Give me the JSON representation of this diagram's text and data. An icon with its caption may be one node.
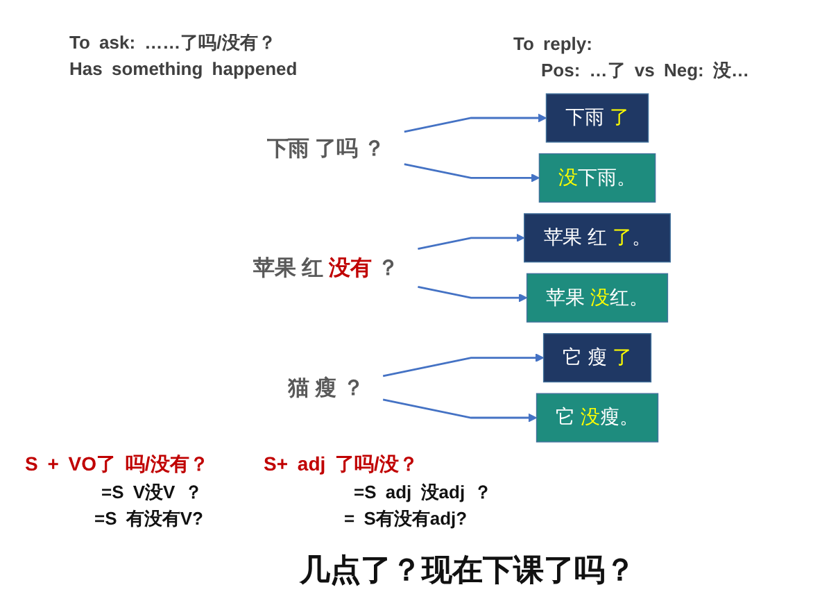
{
  "diagram": {
    "nodes": [
      {
        "text": [
          "下雨 了吗 ？"
        ]
      },
      {
        "text": [
          "苹果 红 没有 ？"
        ]
      },
      {
        "text": [
          "猫 瘦 ？"
        ]
      },
      {
        "text": [
          "下雨 了"
        ]
      },
      {
        "text": [
          "没下雨。"
        ]
      },
      {
        "text": [
          "苹果 红 了。"
        ]
      },
      {
        "text": [
          "苹果 没红。"
        ]
      },
      {
        "text": [
          "它 瘦 了"
        ]
      },
      {
        "text": [
          "它 没瘦。"
        ]
      }
    ],
    "edges": [
      {
        "from": 0,
        "to": 3,
        "arrow": "to"
      },
      {
        "from": 0,
        "to": 4,
        "arrow": "to"
      },
      {
        "from": 1,
        "to": 5,
        "arrow": "to"
      },
      {
        "from": 1,
        "to": 6,
        "arrow": "to"
      },
      {
        "from": 2,
        "to": 7,
        "arrow": "to"
      },
      {
        "from": 2,
        "to": 8,
        "arrow": "to"
      }
    ],
    "labels": [
      "To ask: ……了吗/没有？",
      "Has something happened",
      "To reply:",
      "Pos: …了 vs Neg: 没…",
      "S + VO了 吗/没有？",
      "=S V没V ？",
      "=S 有没有V?",
      "S+ adj 了吗/没？",
      "=S adj 没adj ？",
      "= S有没有adj?",
      "几点了？现在下课了吗？"
    ]
  }
}
